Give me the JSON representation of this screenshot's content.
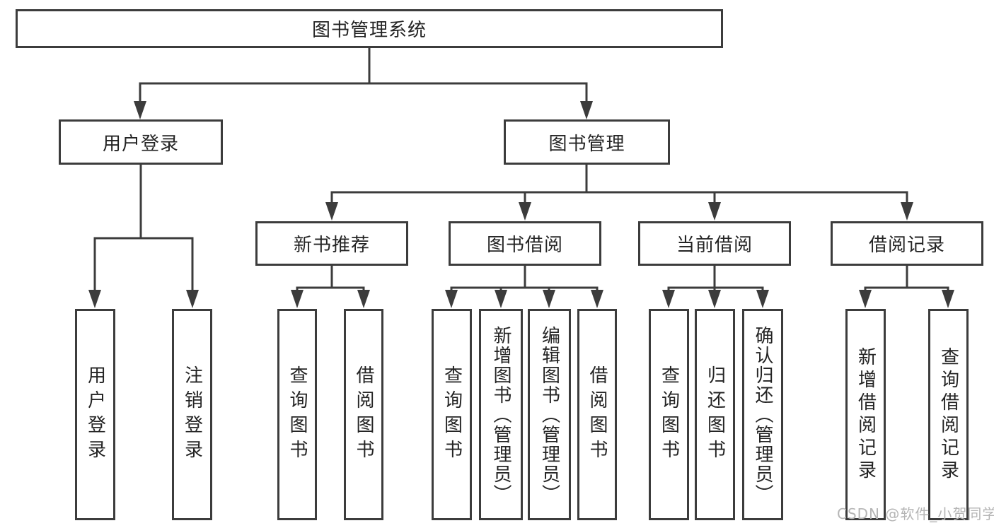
{
  "diagram": {
    "root": {
      "label": "图书管理系统"
    },
    "level1": [
      {
        "label": "用户登录"
      },
      {
        "label": "图书管理"
      }
    ],
    "level2": [
      {
        "label": "新书推荐"
      },
      {
        "label": "图书借阅"
      },
      {
        "label": "当前借阅"
      },
      {
        "label": "借阅记录"
      }
    ],
    "leaves": {
      "user_login": [
        {
          "label": "用户登录"
        },
        {
          "label": "注销登录"
        }
      ],
      "new_book": [
        {
          "label": "查询图书"
        },
        {
          "label": "借阅图书"
        }
      ],
      "book_borrow": [
        {
          "label": "查询图书"
        },
        {
          "label": "新增图书（管理员）"
        },
        {
          "label": "编辑图书（管理员）"
        },
        {
          "label": "借阅图书"
        }
      ],
      "current_borrow": [
        {
          "label": "查询图书"
        },
        {
          "label": "归还图书"
        },
        {
          "label": "确认归还（管理员）"
        }
      ],
      "borrow_record": [
        {
          "label": "新增借阅记录"
        },
        {
          "label": "查询借阅记录"
        }
      ]
    }
  },
  "watermark": {
    "text": "CSDN @软件_小贺同学"
  },
  "colors": {
    "line": "#3c3c3c",
    "box_border": "#3c3c3c",
    "box_fill": "#ffffff",
    "text": "#242424",
    "watermark": "#b5b5b5",
    "background": "#ffffff"
  }
}
